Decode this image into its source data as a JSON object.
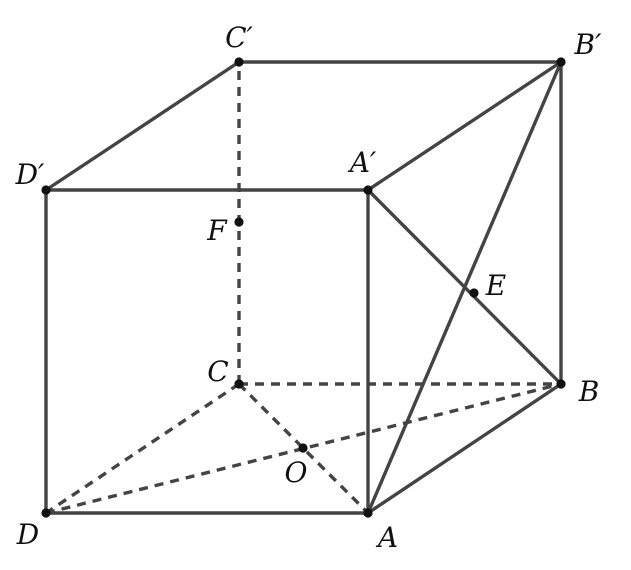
{
  "diagram": {
    "type": "geometry-figure",
    "points": [
      {
        "id": "A",
        "text": "A"
      },
      {
        "id": "B",
        "text": "B"
      },
      {
        "id": "C",
        "text": "C"
      },
      {
        "id": "D",
        "text": "D"
      },
      {
        "id": "A1",
        "text": "A′"
      },
      {
        "id": "B1",
        "text": "B′"
      },
      {
        "id": "C1",
        "text": "C′"
      },
      {
        "id": "D1",
        "text": "D′"
      },
      {
        "id": "O",
        "text": "O"
      },
      {
        "id": "E",
        "text": "E"
      },
      {
        "id": "F",
        "text": "F"
      }
    ],
    "segments": [
      {
        "from": "D",
        "to": "A",
        "style": "solid"
      },
      {
        "from": "A",
        "to": "B",
        "style": "solid"
      },
      {
        "from": "D",
        "to": "D1",
        "style": "solid"
      },
      {
        "from": "A",
        "to": "A1",
        "style": "solid"
      },
      {
        "from": "B",
        "to": "B1",
        "style": "solid"
      },
      {
        "from": "D1",
        "to": "A1",
        "style": "solid"
      },
      {
        "from": "A1",
        "to": "B1",
        "style": "solid"
      },
      {
        "from": "B1",
        "to": "C1",
        "style": "solid"
      },
      {
        "from": "C1",
        "to": "D1",
        "style": "solid"
      },
      {
        "from": "A1",
        "to": "B",
        "style": "solid"
      },
      {
        "from": "A",
        "to": "B1",
        "style": "solid"
      },
      {
        "from": "C",
        "to": "B",
        "style": "dashed"
      },
      {
        "from": "C",
        "to": "D",
        "style": "dashed"
      },
      {
        "from": "C",
        "to": "C1",
        "style": "dashed"
      },
      {
        "from": "C",
        "to": "A",
        "style": "dashed"
      },
      {
        "from": "D",
        "to": "B",
        "style": "dashed"
      }
    ],
    "colors": {
      "line": "#444444",
      "point": "#111111",
      "background": "#ffffff"
    }
  }
}
